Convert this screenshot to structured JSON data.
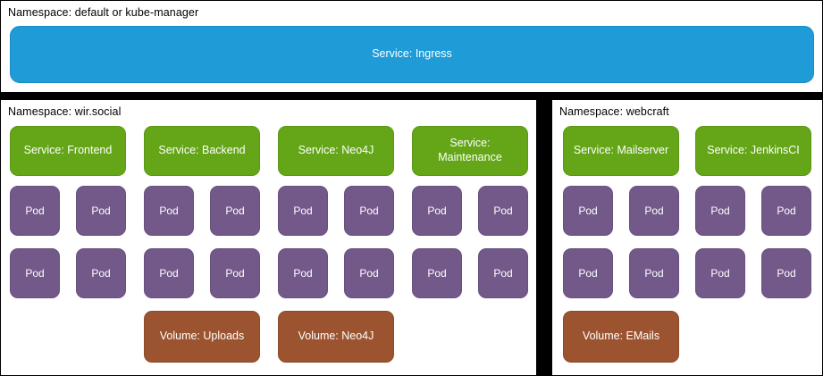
{
  "colors": {
    "ingress": "#1f9bd7",
    "service": "#64a618",
    "pod": "#73588a",
    "volume": "#9c5430",
    "panel_background": "#ffffff",
    "canvas_background": "#000000",
    "label_text": "#000000",
    "node_text": "#ffffff"
  },
  "namespaces": [
    {
      "id": "ingress",
      "label": "Namespace: default or kube-manager",
      "nodes": [
        {
          "type": "service",
          "label": "Service: Ingress"
        }
      ]
    },
    {
      "id": "wirsocial",
      "label": "Namespace: wir.social",
      "columns": [
        {
          "service": "Service: Frontend",
          "pods": [
            "Pod",
            "Pod",
            "Pod",
            "Pod"
          ],
          "volume": null
        },
        {
          "service": "Service: Backend",
          "pods": [
            "Pod",
            "Pod",
            "Pod",
            "Pod"
          ],
          "volume": "Volume: Uploads"
        },
        {
          "service": "Service: Neo4J",
          "pods": [
            "Pod",
            "Pod",
            "Pod",
            "Pod"
          ],
          "volume": "Volume: Neo4J"
        },
        {
          "service": "Service: Maintenance",
          "pods": [
            "Pod",
            "Pod",
            "Pod",
            "Pod"
          ],
          "volume": null
        }
      ]
    },
    {
      "id": "webcraft",
      "label": "Namespace: webcraft",
      "columns": [
        {
          "service": "Service: Mailserver",
          "pods": [
            "Pod",
            "Pod",
            "Pod",
            "Pod"
          ],
          "volume": "Volume: EMails"
        },
        {
          "service": "Service: JenkinsCI",
          "pods": [
            "Pod",
            "Pod",
            "Pod",
            "Pod"
          ],
          "volume": null
        }
      ]
    }
  ]
}
